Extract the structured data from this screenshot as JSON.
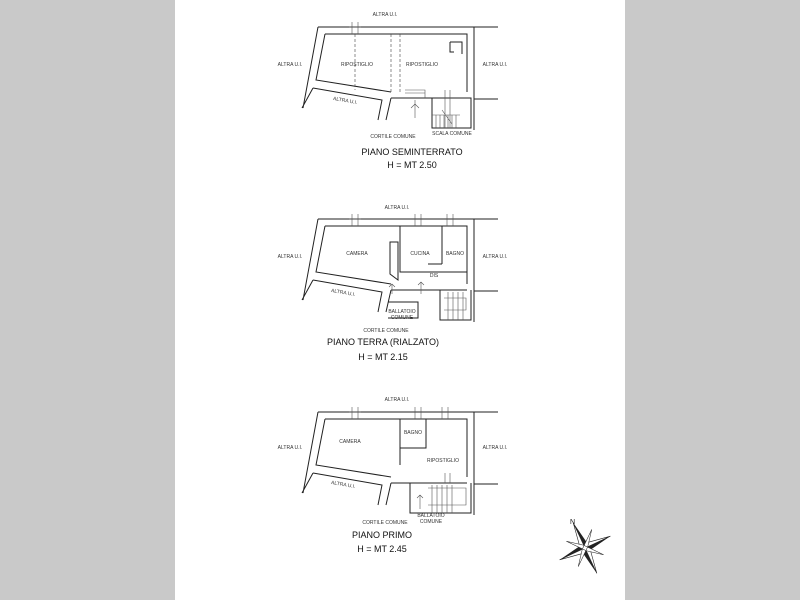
{
  "plans": [
    {
      "name": "PIANO SEMINTERRATO",
      "height": "H = MT 2.50",
      "labels": {
        "top": "ALTRA U.I.",
        "left": "ALTRA U.I.",
        "right": "ALTRA U.I.",
        "diag": "ALTRA U.I.",
        "room1": "RIPOSTIGLIO",
        "room2": "RIPOSTIGLIO",
        "court": "CORTILE COMUNE",
        "stair": "SCALA COMUNE"
      }
    },
    {
      "name": "PIANO TERRA (RIALZATO)",
      "height": "H = MT 2.15",
      "labels": {
        "top": "ALTRA U.I.",
        "left": "ALTRA U.I.",
        "right": "ALTRA U.I.",
        "diag": "ALTRA U.I.",
        "room1": "CAMERA",
        "room2": "CUCINA",
        "room3": "BAGNO",
        "room4": "DIS",
        "ball1": "BALLATOIO",
        "ball2": "COMUNE",
        "court": "CORTILE COMUNE"
      }
    },
    {
      "name": "PIANO PRIMO",
      "height": "H = MT 2.45",
      "labels": {
        "top": "ALTRA U.I.",
        "left": "ALTRA U.I.",
        "right": "ALTRA U.I.",
        "diag": "ALTRA U.I.",
        "room1": "CAMERA",
        "room2": "BAGNO",
        "room3": "RIPOSTIGLIO",
        "ball1": "BALLATOIO",
        "ball2": "COMUNE",
        "court": "CORTILE COMUNE"
      }
    }
  ],
  "compass": {
    "north": "N"
  }
}
